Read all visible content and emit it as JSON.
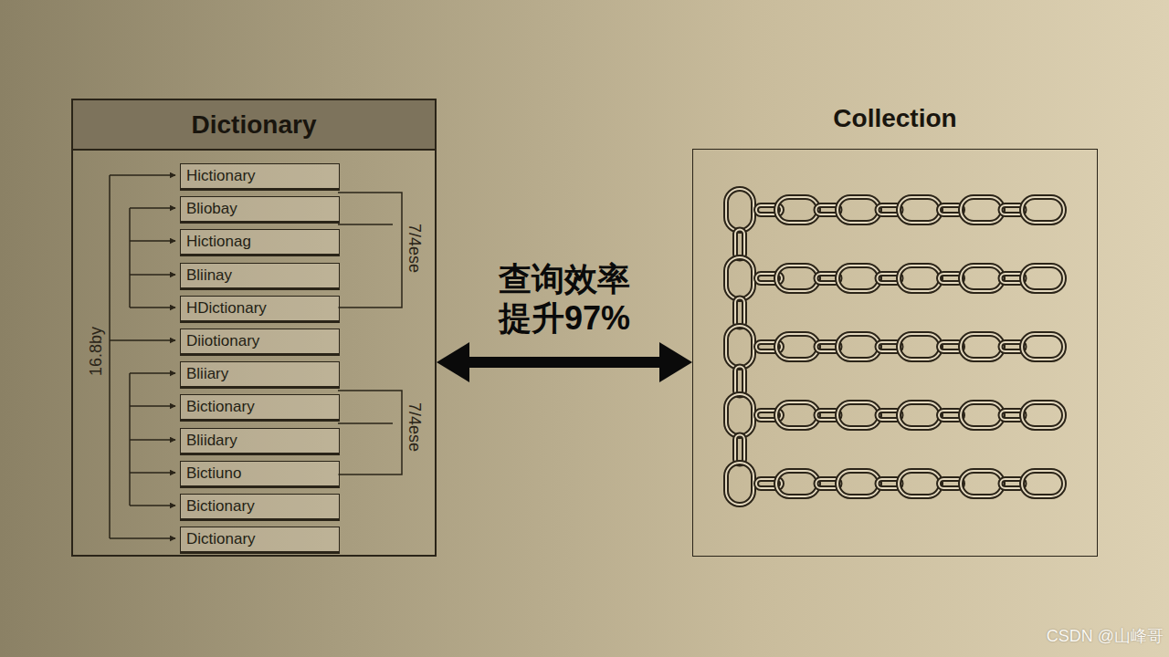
{
  "diagram": {
    "nodes": [
      {
        "text": [
          "Dictionary"
        ]
      },
      {
        "text": [
          "Hictionary"
        ],
        "in": 0
      },
      {
        "text": [
          "Bliobay"
        ],
        "in": 0
      },
      {
        "text": [
          "Hictionag"
        ],
        "in": 0
      },
      {
        "text": [
          "Bliinay"
        ],
        "in": 0
      },
      {
        "text": [
          "HDictionary"
        ],
        "in": 0
      },
      {
        "text": [
          "Diiotionary"
        ],
        "in": 0
      },
      {
        "text": [
          "Bliiary"
        ],
        "in": 0
      },
      {
        "text": [
          "Bictionary"
        ],
        "in": 0
      },
      {
        "text": [
          "Bliidary"
        ],
        "in": 0
      },
      {
        "text": [
          "Bictiuno"
        ],
        "in": 0
      },
      {
        "text": [
          "Bictionary"
        ],
        "in": 0
      },
      {
        "text": [
          "Dictionary"
        ],
        "in": 0
      },
      {
        "text": [
          "Collection"
        ]
      }
    ],
    "edges": [
      {
        "from": 0,
        "to": 13,
        "arrow": "both",
        "label": "查询效率 提升97%"
      }
    ],
    "labels": [
      "16.8by",
      "7/4ese",
      "7/4ese",
      "CSDN @山峰哥"
    ]
  }
}
